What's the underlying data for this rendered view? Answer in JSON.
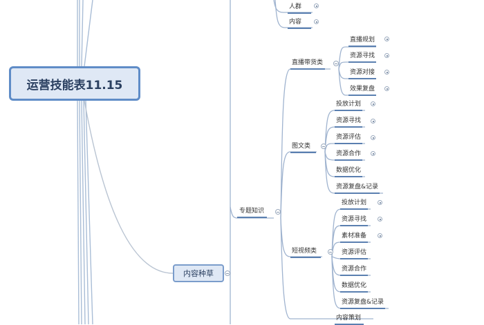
{
  "root": {
    "label": "运营技能表11.15"
  },
  "main_topic": {
    "label": "内容种草"
  },
  "topic": {
    "label": "专题知识"
  },
  "top_items": [
    {
      "label": "人群"
    },
    {
      "label": "内容"
    }
  ],
  "branches": [
    {
      "label": "直播带货类",
      "children": [
        {
          "label": "直播规划",
          "expandable": true
        },
        {
          "label": "资源寻找",
          "expandable": true
        },
        {
          "label": "资源对接",
          "expandable": true
        },
        {
          "label": "效果复盘",
          "expandable": true
        }
      ]
    },
    {
      "label": "图文类",
      "children": [
        {
          "label": "投放计划",
          "expandable": true
        },
        {
          "label": "资源寻找",
          "expandable": true
        },
        {
          "label": "资源评估",
          "expandable": true
        },
        {
          "label": "资源合作",
          "expandable": true
        },
        {
          "label": "数据优化",
          "expandable": false
        },
        {
          "label": "资源复盘&记录",
          "expandable": false
        }
      ]
    },
    {
      "label": "短视频类",
      "children": [
        {
          "label": "投放计划",
          "expandable": true
        },
        {
          "label": "资源寻找",
          "expandable": true
        },
        {
          "label": "素材准备",
          "expandable": true
        },
        {
          "label": "资源评估",
          "expandable": false
        },
        {
          "label": "资源合作",
          "expandable": false
        },
        {
          "label": "数据优化",
          "expandable": false
        },
        {
          "label": "资源复盘&记录",
          "expandable": false
        }
      ]
    },
    {
      "label": "内容策划",
      "children": []
    }
  ],
  "colors": {
    "root_fill": "#dfe8f5",
    "root_border": "#5f8cc7",
    "line": "#8fa8c8",
    "underline": "#5a7fb0",
    "text": "#333333"
  }
}
